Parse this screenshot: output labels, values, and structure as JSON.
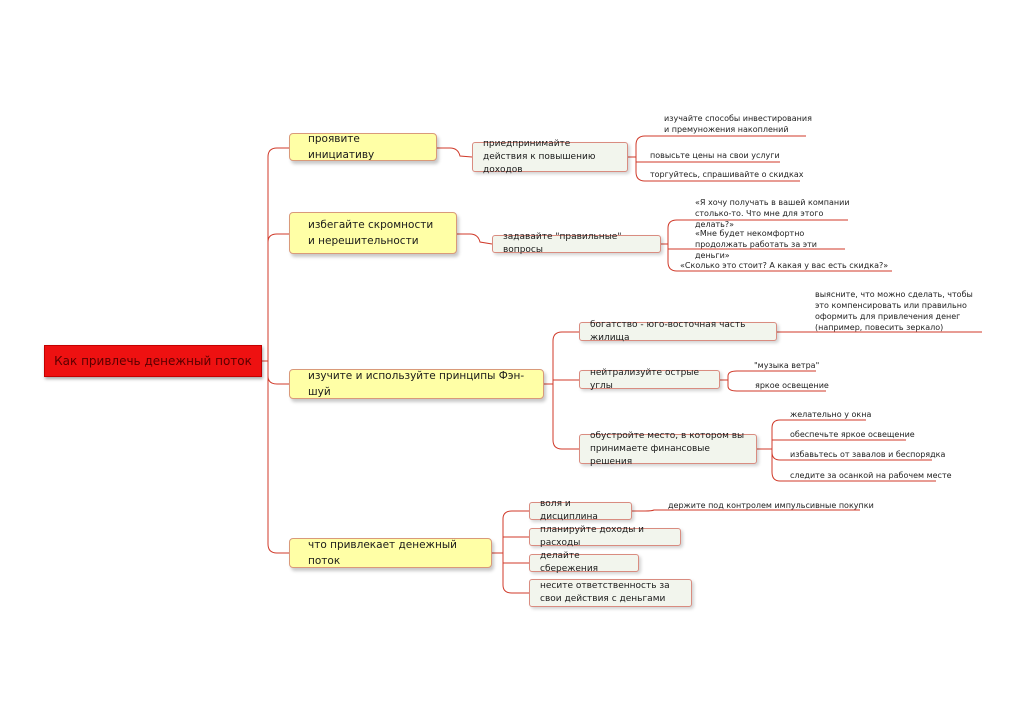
{
  "root": {
    "label": "Как привлечь денежный поток"
  },
  "branches": [
    {
      "label": "проявите инициативу",
      "subs": [
        {
          "label": "приедпринимайте действия к повышению доходов",
          "leaves": [
            "изучайте способы инвестирования и премуножения накоплений",
            "повысьте цены на свои услуги",
            "торгуйтесь, спрашивайте о скидках"
          ]
        }
      ]
    },
    {
      "label": "избегайте скромности и нерешительности",
      "subs": [
        {
          "label": "задавайте \"правильные\" вопросы",
          "leaves": [
            "«Я хочу получать в вашей компании столько-то. Что мне для этого делать?»",
            "«Мне будет некомфортно продолжать работать за эти деньги»",
            "«Сколько это стоит? А какая у вас есть скидка?»"
          ]
        }
      ]
    },
    {
      "label": "изучите и используйте принципы Фэн-шуй",
      "subs": [
        {
          "label": "богатство - юго-восточная часть жилища",
          "leaves": [
            "выясните, что можно сделать, чтобы это компенсировать или правильно оформить для привлечения денег (например, повесить зеркало)"
          ]
        },
        {
          "label": "нейтрализуйте острые углы",
          "leaves": [
            "\"музыка ветра\"",
            "яркое освещение"
          ]
        },
        {
          "label": "обустройте место, в котором вы принимаете финансовые решения",
          "leaves": [
            "желательно у  окна",
            "обеспечьте яркое освещение",
            "избавьтесь от завалов и беспорядка",
            "следите за осанкой на рабочем месте"
          ]
        }
      ]
    },
    {
      "label": "что привлекает денежный поток",
      "subs": [
        {
          "label": "воля и дисциплина",
          "leaves": [
            "держите под контролем импульсивные покупки"
          ]
        },
        {
          "label": "планируйте доходы и расходы",
          "leaves": []
        },
        {
          "label": "делайте сбережения",
          "leaves": []
        },
        {
          "label": "несите ответственность за свои действия с деньгами",
          "leaves": []
        }
      ]
    }
  ],
  "colors": {
    "root": "#ee1111",
    "main": "#ffffa6",
    "sub": "#f2f5ed",
    "line": "#d03a2a"
  }
}
